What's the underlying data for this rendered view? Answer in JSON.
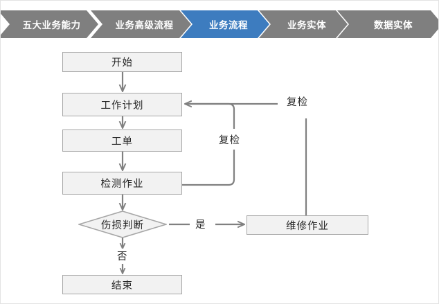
{
  "page": {
    "background": "#ffffff",
    "border_color": "#e3e3e3"
  },
  "breadcrumb": {
    "active_color": "#3d7cbf",
    "inactive_color": "#7f7f7f",
    "text_color": "#ffffff",
    "items": [
      {
        "label": "五大业务能力",
        "active": false
      },
      {
        "label": "业务高级流程",
        "active": false
      },
      {
        "label": "业务流程",
        "active": true
      },
      {
        "label": "业务实体",
        "active": false
      },
      {
        "label": "数据实体",
        "active": false
      }
    ]
  },
  "flowchart": {
    "node_fill": "#f2f2f2",
    "node_border": "#a6a6a6",
    "connector_color": "#808080",
    "text_color": "#262626",
    "nodes": [
      {
        "id": "start",
        "label": "开始",
        "shape": "rect"
      },
      {
        "id": "plan",
        "label": "工作计划",
        "shape": "rect"
      },
      {
        "id": "order",
        "label": "工单",
        "shape": "rect"
      },
      {
        "id": "inspect",
        "label": "检测作业",
        "shape": "rect"
      },
      {
        "id": "decision",
        "label": "伤损判断",
        "shape": "diamond"
      },
      {
        "id": "repair",
        "label": "维修作业",
        "shape": "rect"
      },
      {
        "id": "end",
        "label": "结束",
        "shape": "rect"
      }
    ],
    "edge_labels": [
      {
        "id": "recheck-inner",
        "label": "复检"
      },
      {
        "id": "recheck-outer",
        "label": "复检"
      },
      {
        "id": "yes",
        "label": "是"
      },
      {
        "id": "no",
        "label": "否"
      }
    ]
  }
}
